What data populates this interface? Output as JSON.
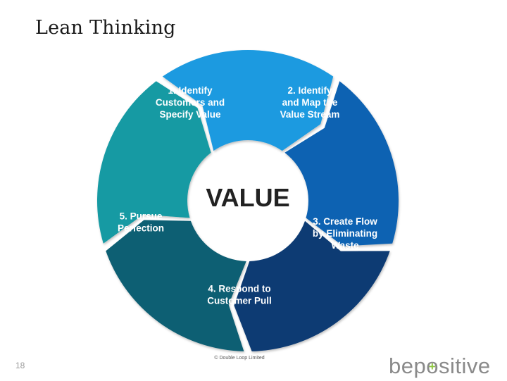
{
  "title": "Lean Thinking",
  "diagram": {
    "center": "VALUE",
    "segments": [
      {
        "lines": [
          "1. Identify",
          "Customers and",
          "Specify Value"
        ],
        "color": "#1b9ae0"
      },
      {
        "lines": [
          "2. Identify",
          "and Map the",
          "Value Stream"
        ],
        "color": "#0f62b2"
      },
      {
        "lines": [
          "3. Create Flow",
          "by Eliminating",
          "Waste"
        ],
        "color": "#0b3a73"
      },
      {
        "lines": [
          "4. Respond to",
          "Customer Pull"
        ],
        "color": "#0d5f73"
      },
      {
        "lines": [
          "5. Pursue",
          "Perfection"
        ],
        "color": "#139aa3"
      }
    ]
  },
  "copyright": "© Double Loop Limited",
  "slide_number": "18",
  "logo": {
    "text_before": "bep",
    "o_glyph": "o",
    "plus": "+",
    "text_after": "sitive",
    "plus_color": "#8dc63f"
  }
}
